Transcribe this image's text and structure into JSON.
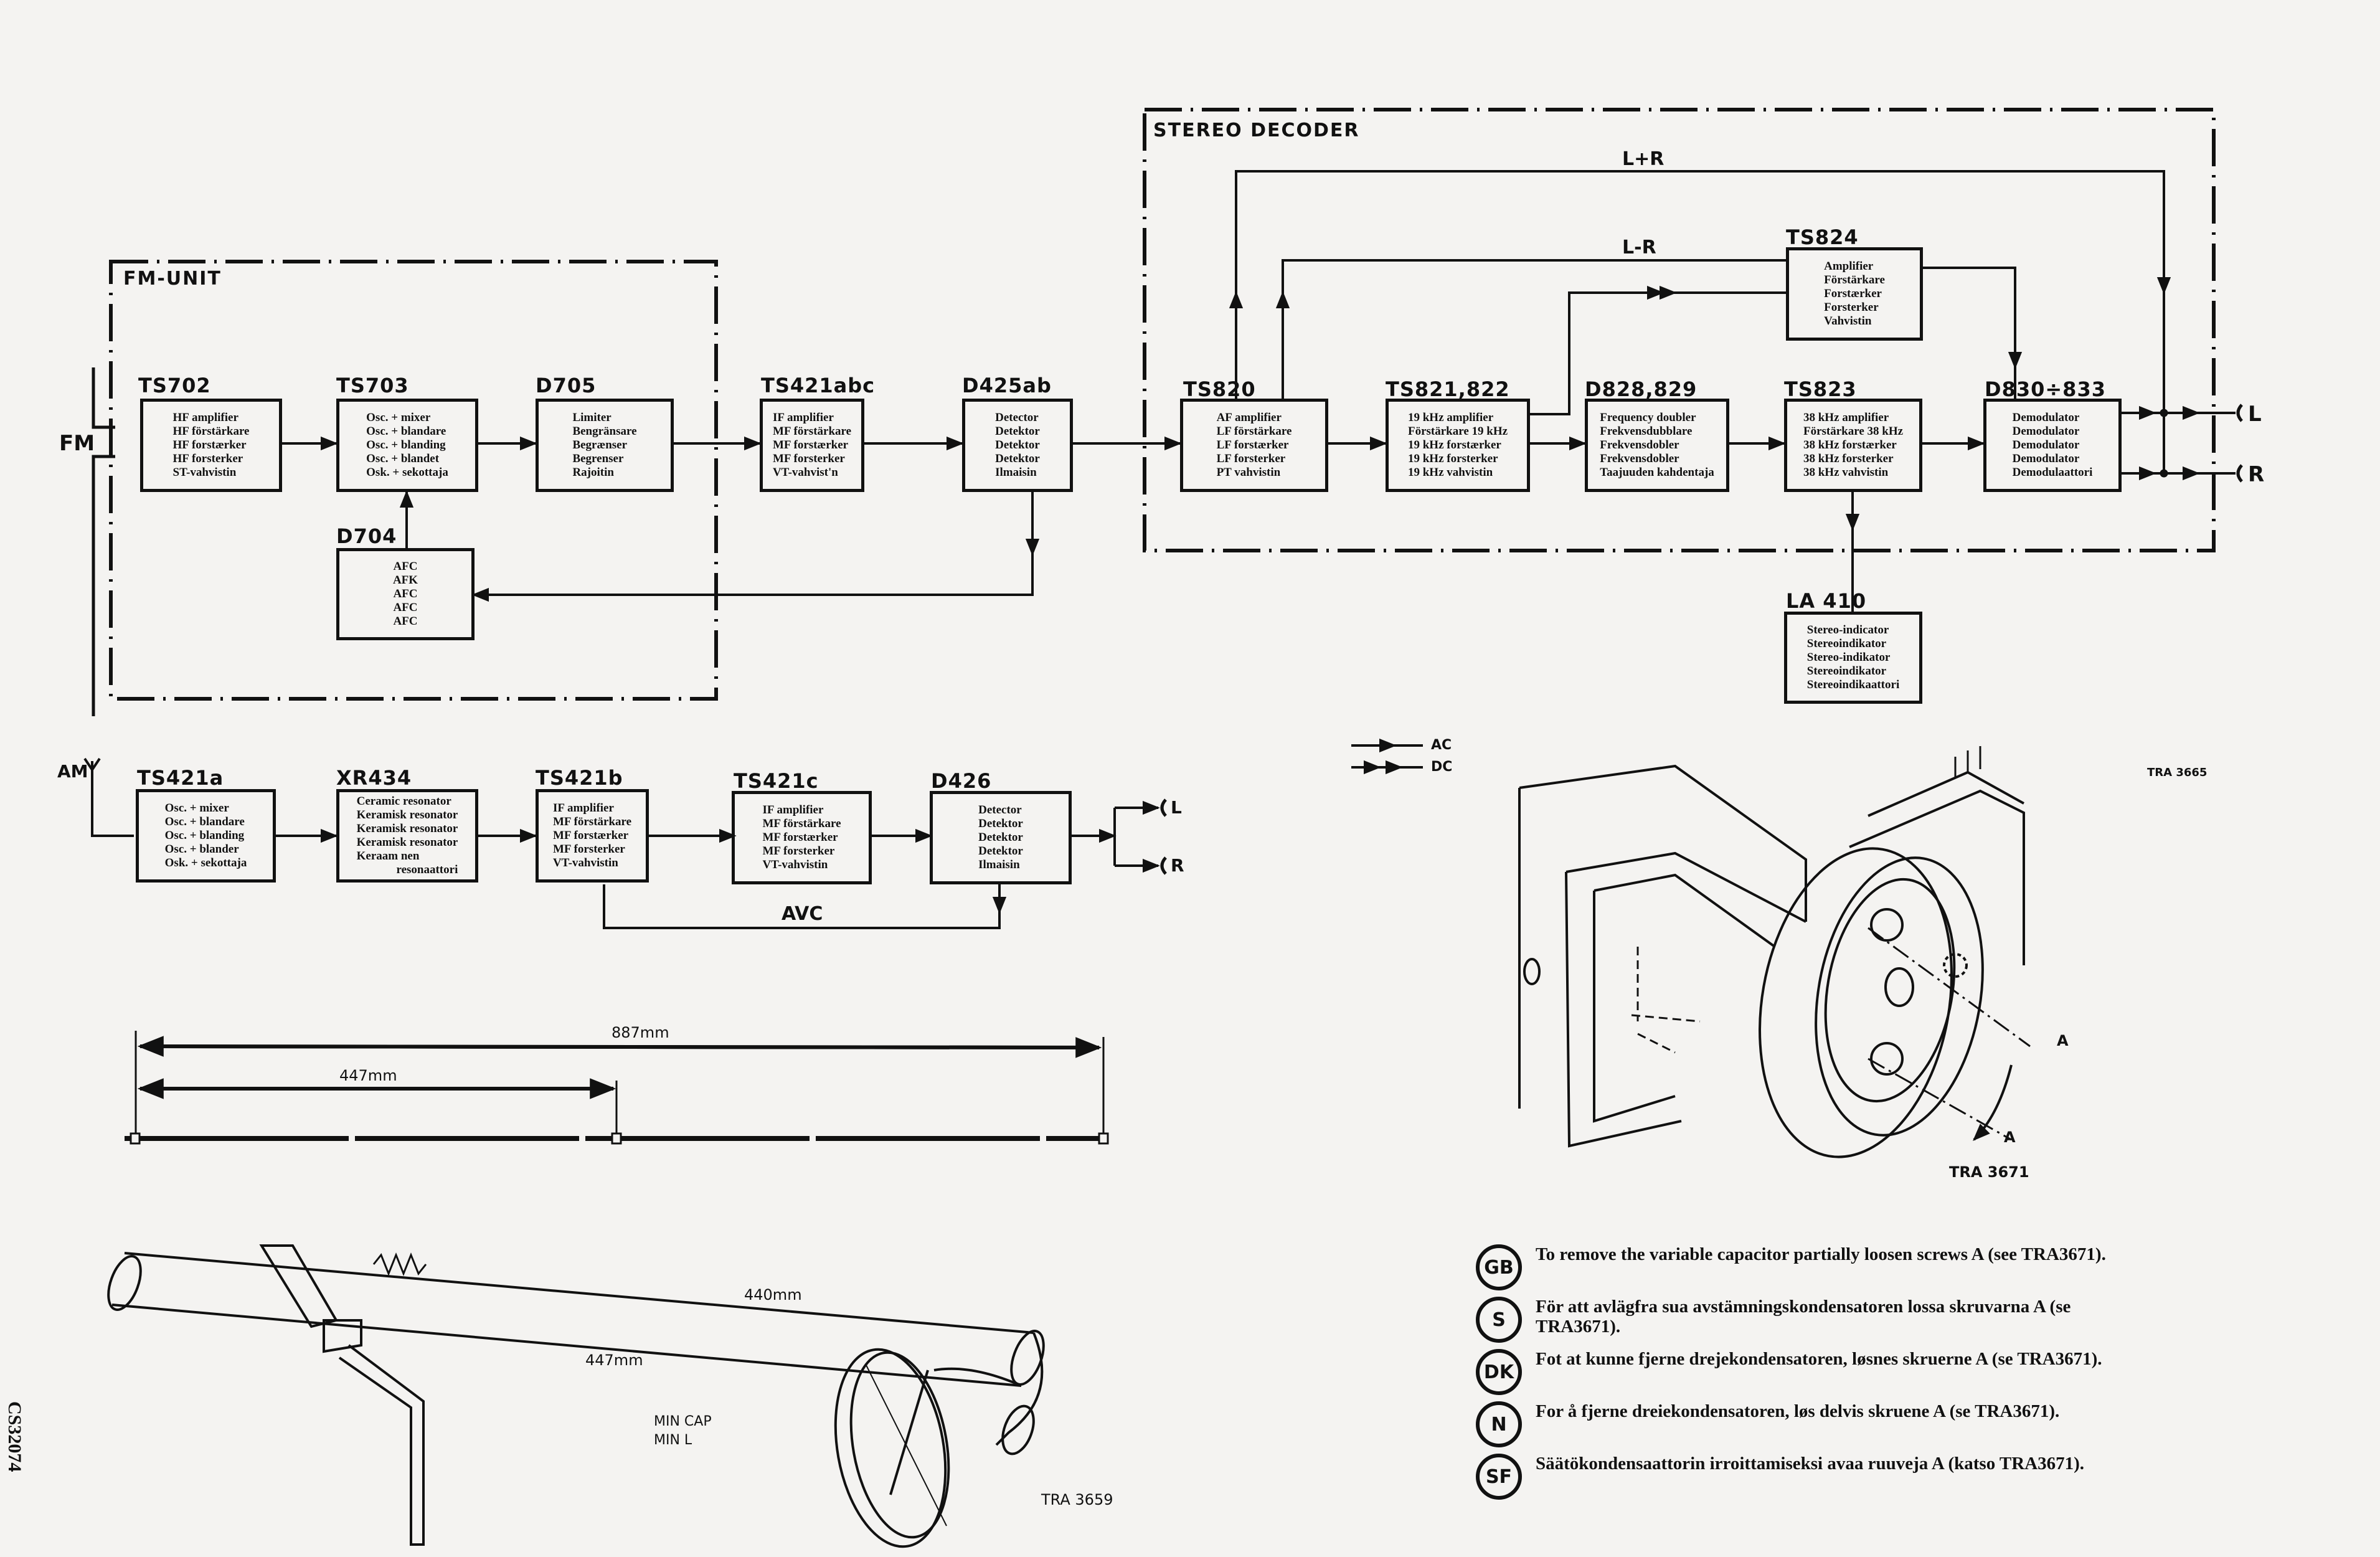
{
  "document": {
    "side_code": "CS32074"
  },
  "fm_unit": {
    "title": "FM-UNIT",
    "input_label": "FM",
    "blocks": [
      {
        "ref": "TS702",
        "lines": [
          "HF amplifier",
          "HF förstärkare",
          "HF forstærker",
          "HF forsterker",
          "ST-vahvistin"
        ]
      },
      {
        "ref": "TS703",
        "lines": [
          "Osc. + mixer",
          "Osc. + blandare",
          "Osc. + blanding",
          "Osc. + blandet",
          "Osk. + sekottaja"
        ]
      },
      {
        "ref": "D705",
        "lines": [
          "Limiter",
          "Bengränsare",
          "Begrænser",
          "Begrenser",
          "Rajoitin"
        ]
      },
      {
        "ref": "D704",
        "lines": [
          "AFC",
          "AFK",
          "AFC",
          "AFC",
          "AFC"
        ]
      }
    ]
  },
  "if_chain": {
    "blocks": [
      {
        "ref": "TS421abc",
        "lines": [
          "IF amplifier",
          "MF förstärkare",
          "MF forstærker",
          "MF forsterker",
          "VT-vahvist'n"
        ]
      },
      {
        "ref": "D425ab",
        "lines": [
          "Detector",
          "Detektor",
          "Detektor",
          "Detektor",
          "Ilmaisin"
        ]
      }
    ]
  },
  "stereo_decoder": {
    "title": "STEREO DECODER",
    "signal_labels": {
      "sum": "L+R",
      "difference": "L-R"
    },
    "outputs": {
      "left": "L",
      "right": "R"
    },
    "blocks": [
      {
        "ref": "TS820",
        "lines": [
          "AF amplifier",
          "LF förstärkare",
          "LF forstærker",
          "LF forsterker",
          "PT vahvistin"
        ]
      },
      {
        "ref": "TS821,822",
        "lines": [
          "19 kHz amplifier",
          "Förstärkare 19 kHz",
          "19 kHz forstærker",
          "19 kHz forsterker",
          "19 kHz vahvistin"
        ]
      },
      {
        "ref": "D828,829",
        "lines": [
          "Frequency doubler",
          "Frekvensdubblare",
          "Frekvensdobler",
          "Frekvensdobler",
          "Taajuuden kahdentaja"
        ]
      },
      {
        "ref": "TS823",
        "lines": [
          "38 kHz amplifier",
          "Förstärkare 38 kHz",
          "38 kHz forstærker",
          "38 kHz forsterker",
          "38 kHz vahvistin"
        ]
      },
      {
        "ref": "D830÷833",
        "lines": [
          "Demodulator",
          "Demodulator",
          "Demodulator",
          "Demodulator",
          "Demodulaattori"
        ]
      },
      {
        "ref": "TS824",
        "lines": [
          "Amplifier",
          "Förstärkare",
          "Forstærker",
          "Forsterker",
          "Vahvistin"
        ]
      }
    ],
    "indicator": {
      "ref": "LA 410",
      "lines": [
        "Stereo-indicator",
        "Stereoindikator",
        "Stereo-indikator",
        "Stereoindikator",
        "Stereoindikaattori"
      ]
    }
  },
  "am_chain": {
    "input_label": "AM",
    "feedback_label": "AVC",
    "outputs": {
      "left": "L",
      "right": "R"
    },
    "blocks": [
      {
        "ref": "TS421a",
        "lines": [
          "Osc. + mixer",
          "Osc. + blandare",
          "Osc. + blanding",
          "Osc. + blander",
          "Osk. + sekottaja"
        ]
      },
      {
        "ref": "XR434",
        "lines": [
          "Ceramic resonator",
          "Keramisk resonator",
          "Keramisk resonator",
          "Keramisk resonator",
          "Keraam nen",
          "resonaattori"
        ]
      },
      {
        "ref": "TS421b",
        "lines": [
          "IF amplifier",
          "MF förstärkare",
          "MF forstærker",
          "MF forsterker",
          "VT-vahvistin"
        ]
      },
      {
        "ref": "TS421c",
        "lines": [
          "IF amplifier",
          "MF förstärkare",
          "MF forstærker",
          "MF forsterker",
          "VT-vahvistin"
        ]
      },
      {
        "ref": "D426",
        "lines": [
          "Detector",
          "Detektor",
          "Detektor",
          "Detektor",
          "Ilmaisin"
        ]
      }
    ]
  },
  "legend": {
    "items": [
      {
        "label": "AC",
        "arrows": 1
      },
      {
        "label": "DC",
        "arrows": 2
      }
    ]
  },
  "drawings": {
    "cord_dimensions": {
      "overall": "887mm",
      "partial": "447mm"
    },
    "dial_cord": {
      "upper_length": "440mm",
      "lower_length": "447mm",
      "position_labels": [
        "MIN CAP",
        "MIN L"
      ],
      "ref": "TRA 3659"
    },
    "capacitor": {
      "ref_top": "TRA 3665",
      "ref_bottom": "TRA 3671",
      "screw_label": "A"
    }
  },
  "instructions": [
    {
      "lang": "GB",
      "text": "To remove the variable capacitor partially loosen screws A (see TRA3671)."
    },
    {
      "lang": "S",
      "text": "För att avlägfra sua avstämningskondensatoren lossa skruvarna A (se TRA3671)."
    },
    {
      "lang": "DK",
      "text": "Fot at kunne fjerne drejekondensatoren, løsnes skruerne A (se TRA3671)."
    },
    {
      "lang": "N",
      "text": "For å fjerne dreiekondensatoren, løs delvis skruene A (se TRA3671)."
    },
    {
      "lang": "SF",
      "text": "Säätökondensaattorin irroittamiseksi avaa ruuveja A (katso TRA3671)."
    }
  ]
}
